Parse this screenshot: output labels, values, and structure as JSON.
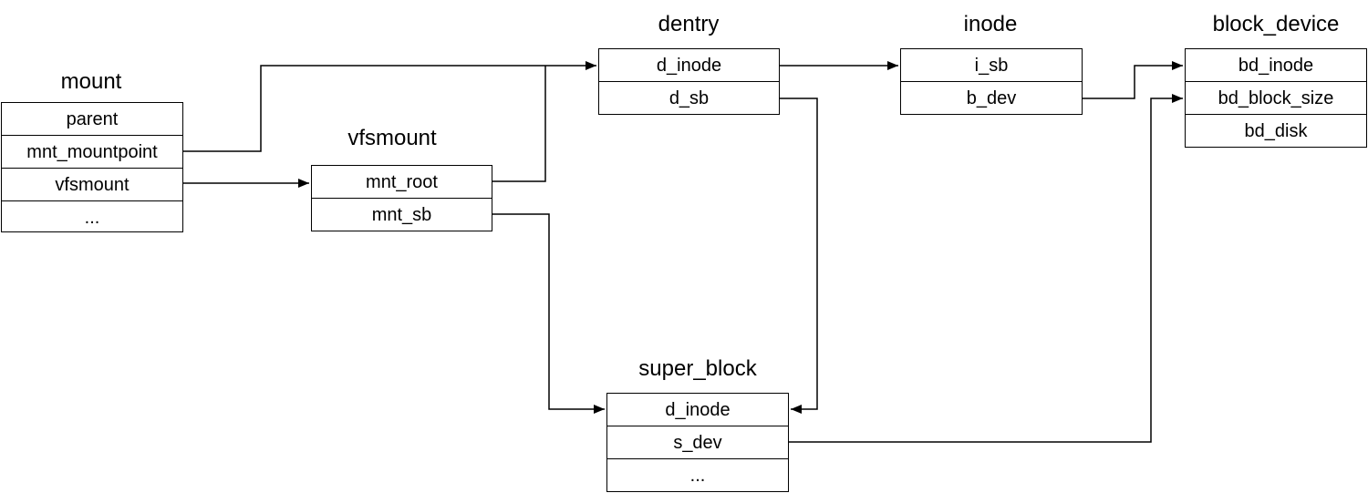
{
  "structs": {
    "mount": {
      "title": "mount",
      "fields": [
        "parent",
        "mnt_mountpoint",
        "vfsmount",
        "..."
      ]
    },
    "vfsmount": {
      "title": "vfsmount",
      "fields": [
        "mnt_root",
        "mnt_sb"
      ]
    },
    "dentry": {
      "title": "dentry",
      "fields": [
        "d_inode",
        "d_sb"
      ]
    },
    "inode": {
      "title": "inode",
      "fields": [
        "i_sb",
        "b_dev"
      ]
    },
    "block_device": {
      "title": "block_device",
      "fields": [
        "bd_inode",
        "bd_block_size",
        "bd_disk"
      ]
    },
    "super_block": {
      "title": "super_block",
      "fields": [
        "d_inode",
        "s_dev",
        "..."
      ]
    }
  },
  "links": [
    {
      "from": "mount.mnt_mountpoint",
      "to": "dentry.d_inode"
    },
    {
      "from": "mount.vfsmount",
      "to": "vfsmount.mnt_root"
    },
    {
      "from": "vfsmount.mnt_root",
      "to": "dentry.d_inode"
    },
    {
      "from": "vfsmount.mnt_sb",
      "to": "super_block.d_inode"
    },
    {
      "from": "dentry.d_inode",
      "to": "inode.i_sb"
    },
    {
      "from": "dentry.d_sb",
      "to": "super_block.d_inode"
    },
    {
      "from": "inode.b_dev",
      "to": "block_device.bd_inode"
    },
    {
      "from": "super_block.s_dev",
      "to": "block_device.bd_block_size"
    }
  ]
}
